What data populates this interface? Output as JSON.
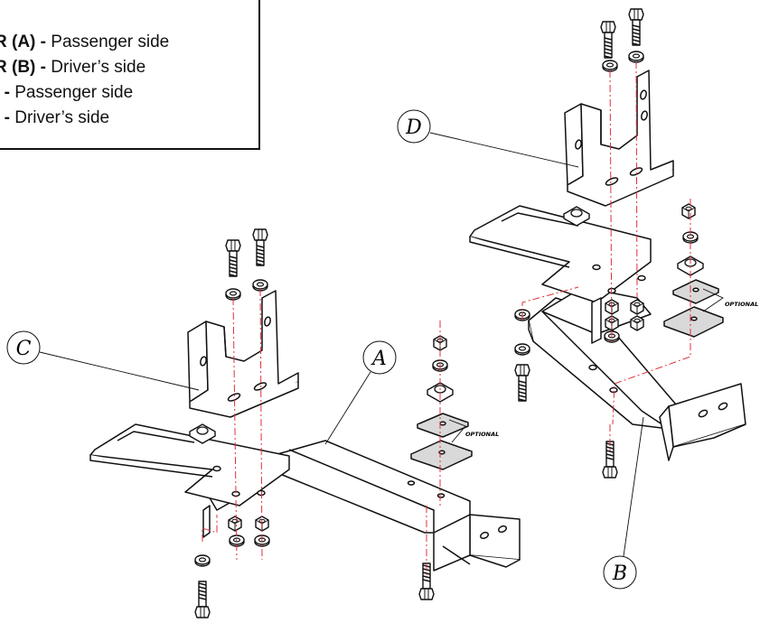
{
  "legend": {
    "items": [
      {
        "code": "R (A) -",
        "desc": "Passenger side"
      },
      {
        "code": "R (B) -",
        "desc": "Driver’s side"
      },
      {
        "code": ") -",
        "desc": "Passenger side"
      },
      {
        "code": ") -",
        "desc": "Driver’s side"
      }
    ]
  },
  "callouts": {
    "a": "A",
    "b": "B",
    "c": "C",
    "d": "D"
  },
  "optional_labels": {
    "left": "OPTIONAL",
    "right": "OPTIONAL"
  },
  "colors": {
    "line": "#111111",
    "centerline": "#e0303a",
    "plate": "#ffffff",
    "shade": "#d9d9d9"
  }
}
